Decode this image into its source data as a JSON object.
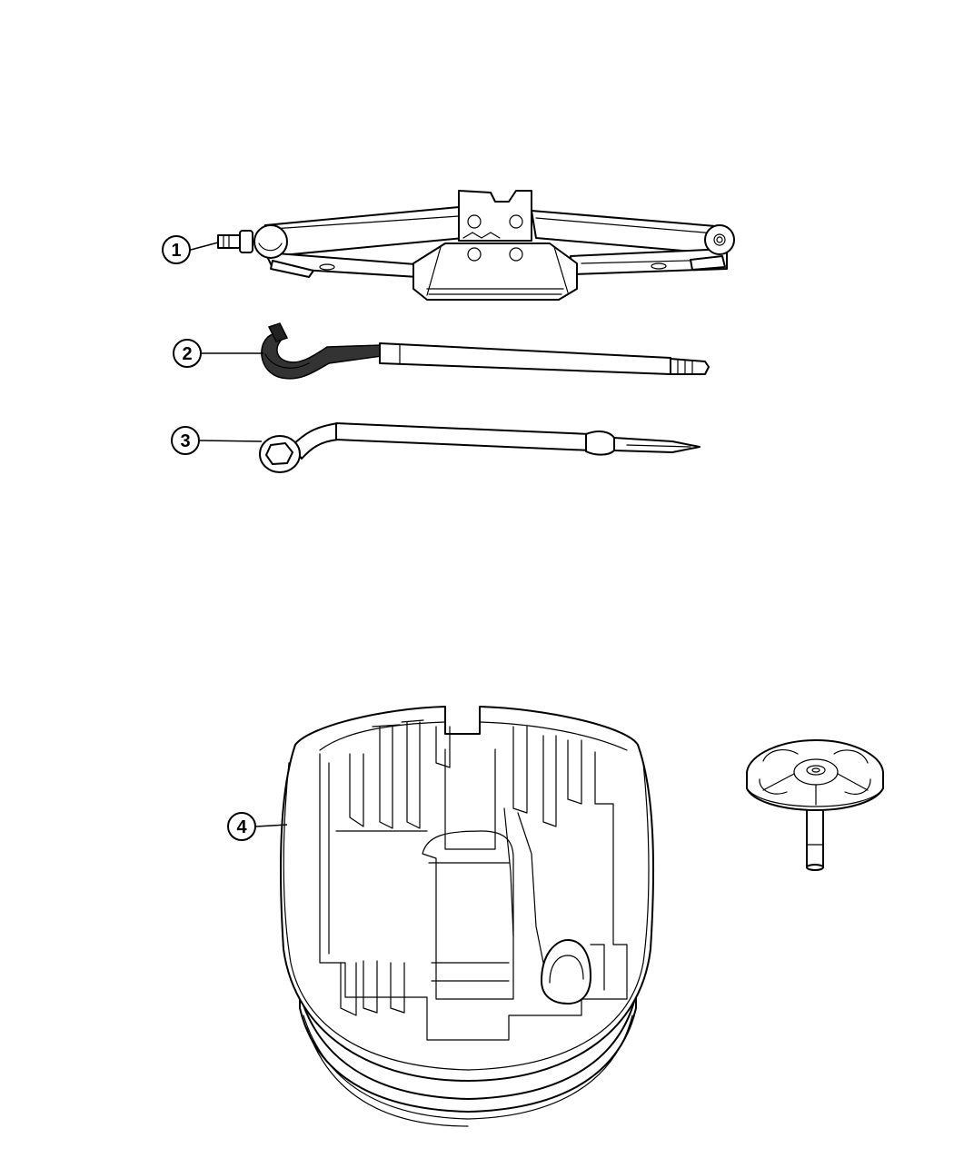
{
  "callouts": [
    {
      "id": "1",
      "label": "1"
    },
    {
      "id": "2",
      "label": "2"
    },
    {
      "id": "3",
      "label": "3"
    },
    {
      "id": "4",
      "label": "4"
    }
  ],
  "parts": [
    {
      "callout": "1",
      "icon": "scissor-jack-icon"
    },
    {
      "callout": "2",
      "icon": "jack-handle-hook-icon"
    },
    {
      "callout": "3",
      "icon": "lug-wrench-icon"
    },
    {
      "callout": "4",
      "icon": "foam-tool-tray-icon"
    },
    {
      "callout": "",
      "icon": "spare-tire-hold-down-knob-icon"
    }
  ]
}
